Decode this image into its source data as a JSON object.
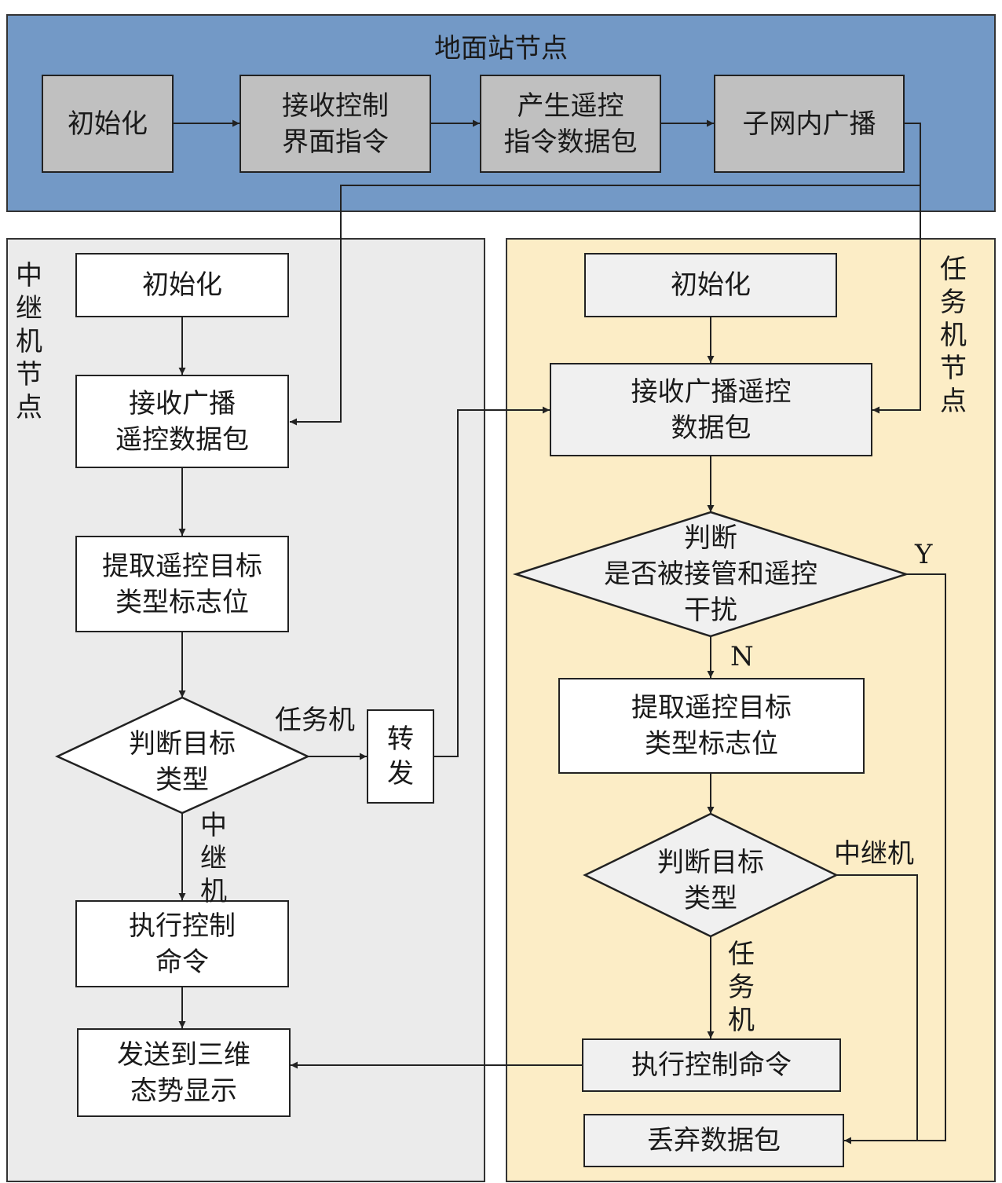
{
  "ground_station": {
    "title": "地面站节点",
    "init": "初始化",
    "receive": "接收控制\n界面指令",
    "generate": "产生遥控\n指令数据包",
    "broadcast": "子网内广播"
  },
  "relay": {
    "title": "中继机节点",
    "init": "初始化",
    "receive": "接收广播\n遥控数据包",
    "extract": "提取遥控目标\n类型标志位",
    "judge": "判断目标\n类型",
    "forward": "转发",
    "execute": "执行控制\n命令",
    "send": "发送到三维\n态势显示",
    "label_mission": "任务机",
    "label_relay": "中继机"
  },
  "mission": {
    "title": "任务机节点",
    "init": "初始化",
    "receive": "接收广播遥控\n数据包",
    "judge_takeover": "判断\n是否被接管和遥控\n干扰",
    "label_yes": "Y",
    "label_no": "N",
    "extract": "提取遥控目标\n类型标志位",
    "judge_type": "判断目标\n类型",
    "label_relay": "中继机",
    "label_mission": "任务机",
    "execute": "执行控制命令",
    "discard": "丢弃数据包"
  },
  "colors": {
    "ground_bg": "#7399c6",
    "relay_bg": "#ebebeb",
    "mission_bg": "#fcedc6"
  }
}
